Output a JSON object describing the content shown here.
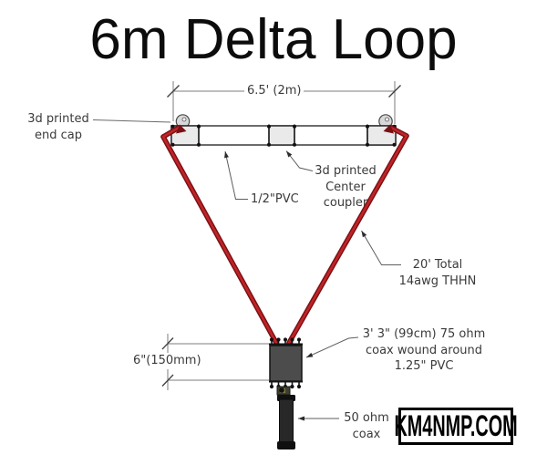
{
  "title": "6m Delta Loop",
  "dimensions": {
    "boom_width": "6.5' (2m)",
    "feed_spacing": "6\"(150mm)"
  },
  "labels": {
    "end_cap": "3d printed\nend cap",
    "pvc": "1/2\"PVC",
    "center_coupler": "3d printed\nCenter\ncoupler",
    "wire": "20' Total\n14awg THHN",
    "balun": "3' 3\" (99cm) 75 ohm\ncoax wound around\n1.25\" PVC",
    "feed_coax": "50 ohm\ncoax"
  },
  "logo": "KM4NMP.COM",
  "colors": {
    "wire": "#c02428",
    "wire_dark": "#7a1013",
    "pvc_fill": "#ffffff",
    "cap_fill": "#eaeaea",
    "balun_fill": "#4c4c4c",
    "coax_fill": "#282828",
    "dimension_line": "#7d7d7d",
    "leader_line": "#5e5e5e",
    "text": "#3a3a3a"
  }
}
